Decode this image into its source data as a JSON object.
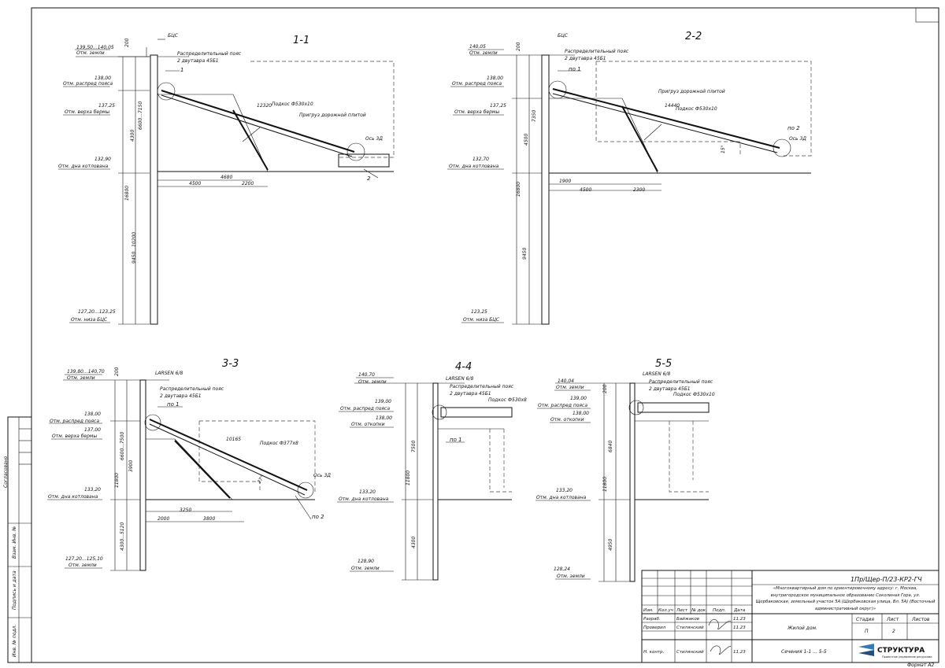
{
  "sections": {
    "s1": {
      "title": "1-1",
      "levels": [
        "139,50...140,05",
        "Отм. земли",
        "138,00",
        "Отм. распред пояса",
        "137,25",
        "Отм. верха бермы",
        "132,90",
        "Отм. дна котлована",
        "127,20...123,25",
        "Отм. низа БЦС"
      ],
      "labels": {
        "wall": "БЦС",
        "belt": "Распределительный пояс",
        "beam": "2 двутавра 45Б1",
        "pos": "1",
        "brace": "Подкос Ф530х10",
        "slab": "Пригруз дорожной плитой",
        "axis": "Ось 3Д",
        "len": "12320",
        "pos2": "2"
      },
      "dims": [
        "200",
        "6600...7150",
        "4300",
        "16800",
        "9450...10200",
        "4680",
        "4500",
        "2200"
      ]
    },
    "s2": {
      "title": "2-2",
      "levels": [
        "140,05",
        "Отм. земли",
        "138,00",
        "Отм. распред пояса",
        "137,25",
        "Отм. верха бермы",
        "132,70",
        "Отм. дна котлована",
        "123,25",
        "Отм. низа БЦС"
      ],
      "labels": {
        "wall": "БЦС",
        "belt": "Распределительный пояс",
        "beam": "2 двутавра 45Б1",
        "pos": "по 1",
        "brace": "Подкос Ф530х10",
        "slab": "Пригруз дорожной плитой",
        "axis": "Ось 3Д",
        "len": "14440",
        "pos2": "по 2",
        "ang": "15°"
      },
      "dims": [
        "200",
        "7350",
        "4500",
        "16800",
        "9450",
        "1900",
        "4500",
        "2300"
      ]
    },
    "s3": {
      "title": "3-3",
      "levels": [
        "139,80...140,70",
        "Отм. земли",
        "138,00",
        "Отм. распред пояса",
        "137,00",
        "Отм. верха бермы",
        "133,20",
        "Отм. дна котлована",
        "127,20...125,10",
        "Отм. земли"
      ],
      "labels": {
        "wall": "LARSEN 6/8",
        "belt": "Распределительный пояс",
        "beam": "2 двутавра 45Б1",
        "pos": "по 1",
        "brace": "Подкос Ф377х8",
        "axis": "Ось 3Д",
        "len": "10165",
        "pos2": "по 2",
        "ang": "27°"
      },
      "dims": [
        "200",
        "6600...7500",
        "3900",
        "11800",
        "4300...5120",
        "3250",
        "2000",
        "3800"
      ]
    },
    "s4": {
      "title": "4-4",
      "levels": [
        "140,70",
        "Отм. земли",
        "139,00",
        "Отм. распред пояса",
        "138,00",
        "Отм. откопки",
        "133,20",
        "Отм. дна котлована",
        "128,90",
        "Отм. земли"
      ],
      "labels": {
        "wall": "LARSEN 6/8",
        "belt": "Распределительный пояс",
        "beam": "2 двутавра 45Б1",
        "pos": "по 1",
        "brace": "Подкос Ф530х8"
      },
      "dims": [
        "7500",
        "11800",
        "4300"
      ]
    },
    "s5": {
      "title": "5-5",
      "levels": [
        "140,04",
        "Отм. земли",
        "139,00",
        "Отм. распред пояса",
        "138,00",
        "Отм. откопки",
        "133,20",
        "Отм. дна котлована",
        "128,24",
        "Отм. земли"
      ],
      "labels": {
        "wall": "LARSEN 6/8",
        "belt": "Распределительный пояс",
        "beam": "2 двутавра 45Б1",
        "brace": "Подкос Ф530х10"
      },
      "dims": [
        "200",
        "6840",
        "11800",
        "4950"
      ]
    }
  },
  "side_stamp": [
    "Согласовано",
    "Взам. Инв. №",
    "Подпись и дата",
    "Инв. № подл."
  ],
  "title_block": {
    "code": "1Пр/Щер-П/23-КР2-ГЧ",
    "object": "«Многоквартирный дом по ориентировочному адресу: г. Москва, внутригородское муниципальное образование Соколиная Гора, ул. Щербаковская, земельный участок 5А (Щербаковская улица, Вл. 5А) (Восточный административный округ)»",
    "headers": [
      "Изм.",
      "Кол.уч",
      "Лист",
      "№ док.",
      "Подп.",
      "Дата"
    ],
    "rows": [
      {
        "role": "Разраб.",
        "name": "Байжаков",
        "date": "11.23"
      },
      {
        "role": "Проверил",
        "name": "Стилянский",
        "date": "11.23"
      },
      {
        "role": "Н. контр.",
        "name": "Стилянский",
        "date": "11.23"
      }
    ],
    "building": "Жилой дом.",
    "sheet_title": "Сечения 1-1 ... 5-5",
    "stage_h": "Стадия",
    "sheet_h": "Лист",
    "sheets_h": "Листов",
    "stage": "П",
    "sheet": "2",
    "sheets": "",
    "company": "СТРУКТУРА",
    "company_sub": "Проектное управление ресурсами"
  },
  "format": "Формат А2"
}
